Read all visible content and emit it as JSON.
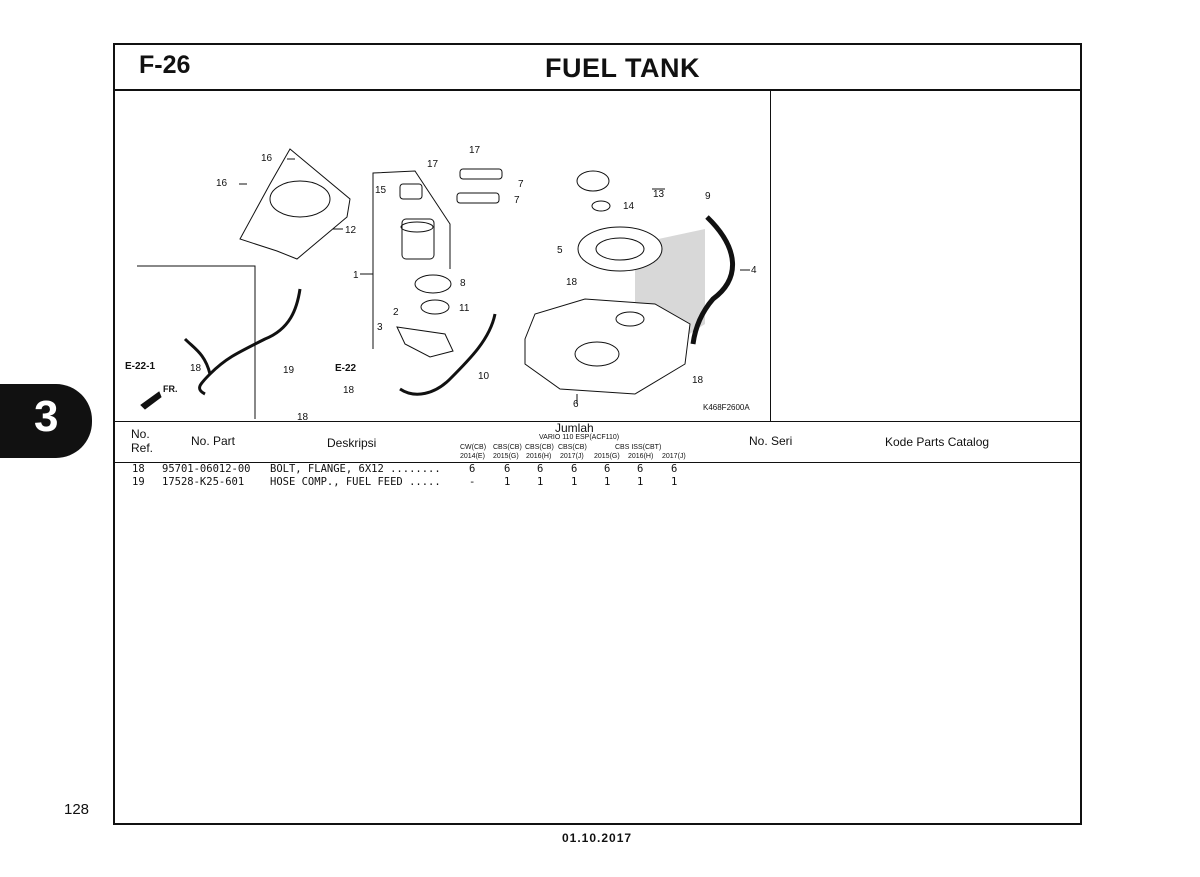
{
  "header": {
    "code": "F-26",
    "title": "FUEL TANK"
  },
  "diagram": {
    "labels": {
      "n16a": "16",
      "n16b": "16",
      "n12": "12",
      "n17a": "17",
      "n17b": "17",
      "n7a": "7",
      "n7b": "7",
      "n15": "15",
      "n1": "1",
      "n8": "8",
      "n11": "11",
      "n2": "2",
      "n3": "3",
      "n13": "13",
      "n14": "14",
      "n9": "9",
      "n5": "5",
      "n4": "4",
      "n18a": "18",
      "n18b": "18",
      "n18c": "18",
      "n18d": "18",
      "n18e": "18",
      "n18f": "18",
      "n19": "19",
      "n10": "10",
      "n6": "6",
      "e221": "E-22-1",
      "e22": "E-22",
      "fr": "FR.",
      "ref": "K468F2600A"
    }
  },
  "table": {
    "head": {
      "no_ref_1": "No.",
      "no_ref_2": "Ref.",
      "no_part": "No. Part",
      "deskripsi": "Deskripsi",
      "jumlah": "Jumlah",
      "model": "VARIO 110 ESP(ACF110)",
      "variants": [
        "CW(CB)",
        "CBS(CB)",
        "CBS(CB)",
        "CBS(CB)",
        "",
        "CBS ISS(CBT)",
        ""
      ],
      "years": [
        "2014(E)",
        "2015(G)",
        "2016(H)",
        "2017(J)",
        "2015(G)",
        "2016(H)",
        "2017(J)"
      ],
      "no_seri": "No. Seri",
      "kode": "Kode Parts Catalog"
    },
    "rows": [
      {
        "ref": "18",
        "part": "95701-06012-00",
        "desc": "BOLT, FLANGE, 6X12 ........",
        "qty": [
          "6",
          "6",
          "6",
          "6",
          "6",
          "6",
          "6"
        ]
      },
      {
        "ref": "19",
        "part": "17528-K25-601",
        "desc": "HOSE COMP., FUEL FEED .....",
        "qty": [
          "-",
          "1",
          "1",
          "1",
          "1",
          "1",
          "1"
        ]
      }
    ]
  },
  "side_tab": "3",
  "page_number": "128",
  "date": "01.10.2017"
}
